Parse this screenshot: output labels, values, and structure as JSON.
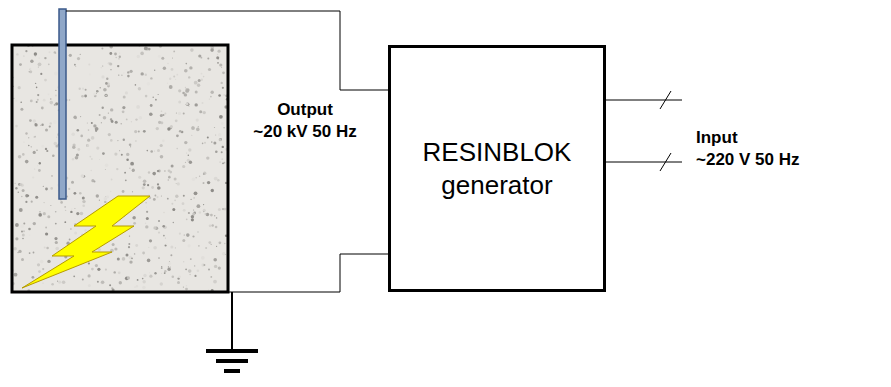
{
  "diagram": {
    "nodes": [
      {
        "text": [
          "RESINBLOK generator"
        ]
      }
    ],
    "labels": [
      "Output",
      "~20 kV 50 Hz",
      "Input",
      "~220 V 50 Hz"
    ]
  }
}
